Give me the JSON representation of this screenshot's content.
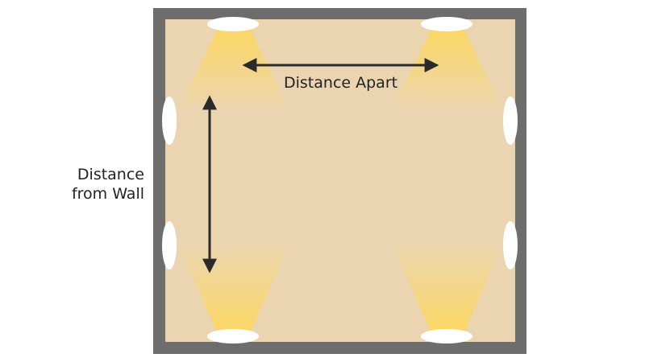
{
  "diagram": {
    "labels": {
      "distance_apart": "Distance Apart",
      "distance_from_wall_line1": "Distance",
      "distance_from_wall_line2": "from Wall"
    },
    "colors": {
      "wall": "#6d6d6d",
      "floor": "#ebd5b1",
      "light_beam": "#fbd763",
      "fixture": "#ffffff",
      "arrow": "#2a2a2a"
    },
    "fixtures": {
      "top_wall": 2,
      "bottom_wall": 2,
      "left_wall": 2,
      "right_wall": 2
    }
  }
}
